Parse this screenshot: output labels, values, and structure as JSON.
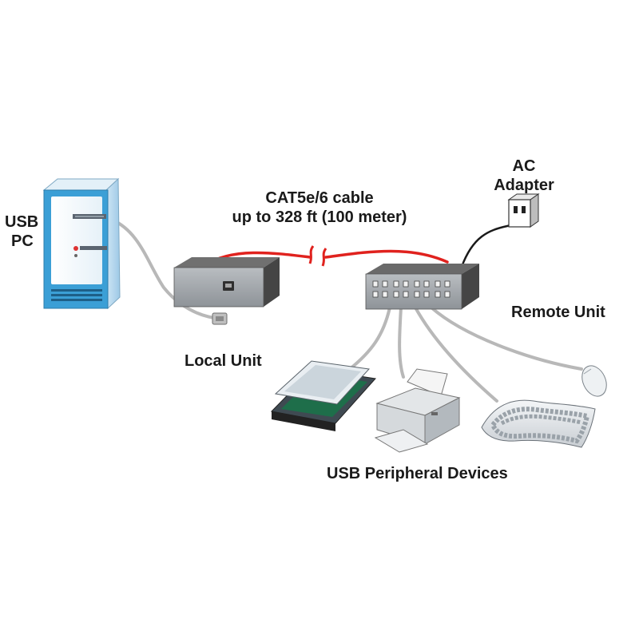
{
  "labels": {
    "pc_line1": "USB",
    "pc_line2": "PC",
    "cable_line1": "CAT5e/6 cable",
    "cable_line2": "up to 328 ft (100 meter)",
    "ac_line1": "AC",
    "ac_line2": "Adapter",
    "local_unit": "Local Unit",
    "remote_unit": "Remote Unit",
    "peripherals": "USB Peripheral Devices"
  },
  "colors": {
    "cat_cable": "#e0221e",
    "usb_cable": "#b8b8b8",
    "power_cord": "#1a1a1a",
    "unit_body": "#5d5d5d",
    "unit_front": "#a9aeb3",
    "pc_case": "#d9ecf7",
    "pc_panel": "#3b9fd6",
    "label_text": "#1a1a1a"
  }
}
